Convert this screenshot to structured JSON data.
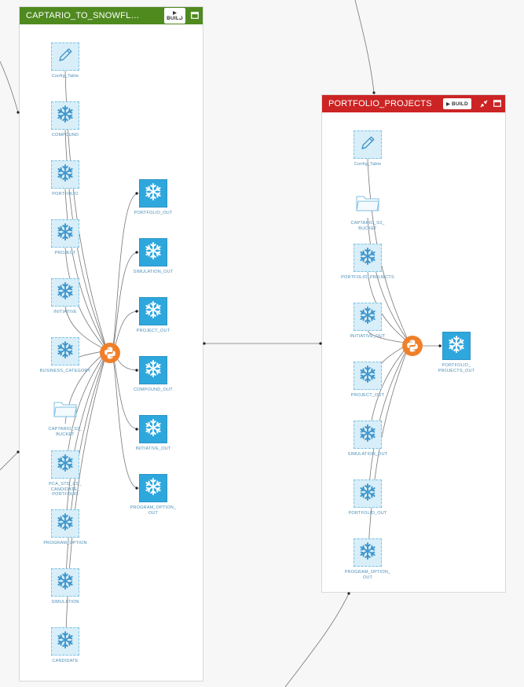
{
  "zones": [
    {
      "id": "captario",
      "title": "CAPTARIO_TO_SNOWFLAKE_...",
      "color": "#4f8a1f",
      "build_label": "BUILD",
      "inputs": [
        {
          "label": "Config_Table",
          "kind": "edit"
        },
        {
          "label": "COMPOUND",
          "kind": "snowflake"
        },
        {
          "label": "PORTFOLIO",
          "kind": "snowflake"
        },
        {
          "label": "PROJECT",
          "kind": "snowflake"
        },
        {
          "label": "INITIATIVE",
          "kind": "snowflake"
        },
        {
          "label": "BUSINESS_CATEGORY",
          "kind": "snowflake"
        },
        {
          "label": "CAPTARIO_S3_\nBUCKET",
          "kind": "folder"
        },
        {
          "label": "PCA_STG_CS_\nCANDIDATE_\nPORTFOLIO",
          "kind": "snowflake"
        },
        {
          "label": "PROGRAM_OPTION",
          "kind": "snowflake"
        },
        {
          "label": "SIMULATION",
          "kind": "snowflake"
        },
        {
          "label": "CANDIDATE",
          "kind": "snowflake"
        }
      ],
      "outputs": [
        {
          "label": "PORTFOLIO_OUT"
        },
        {
          "label": "SIMULATION_OUT"
        },
        {
          "label": "PROJECT_OUT"
        },
        {
          "label": "COMPOUND_OUT"
        },
        {
          "label": "INITIATIVE_OUT"
        },
        {
          "label": "PROGRAM_OPTION_\nOUT"
        }
      ]
    },
    {
      "id": "portfolio",
      "title": "PORTFOLIO_PROJECTS",
      "color": "#cc2424",
      "build_label": "BUILD",
      "inputs": [
        {
          "label": "Config_Table",
          "kind": "edit"
        },
        {
          "label": "CAPTARIO_S3_\nBUCKET",
          "kind": "folder"
        },
        {
          "label": "PORTFOLIO_PROJECTS",
          "kind": "snowflake"
        },
        {
          "label": "INITIATIVE_OUT",
          "kind": "snowflake"
        },
        {
          "label": "PROJECT_OUT",
          "kind": "snowflake"
        },
        {
          "label": "SIMULATION_OUT",
          "kind": "snowflake"
        },
        {
          "label": "PORTFOLIO_OUT",
          "kind": "snowflake"
        },
        {
          "label": "PROGRAM_OPTION_\nOUT",
          "kind": "snowflake"
        }
      ],
      "outputs": [
        {
          "label": "PORTFOLIO_\nPROJECTS_OUT"
        }
      ]
    }
  ],
  "icons": {
    "build": "play-icon",
    "collapse": "collapse-arrows-icon",
    "maximize": "window-maximize-icon",
    "recipe": "python-recipe-icon",
    "dataset": "snowflake-icon"
  },
  "colors": {
    "recipe": "#f07f2a",
    "dataset_fill": "#d8eef8",
    "output_fill": "#2ea7dd",
    "label": "#4a8fb8",
    "edge": "#777777"
  }
}
